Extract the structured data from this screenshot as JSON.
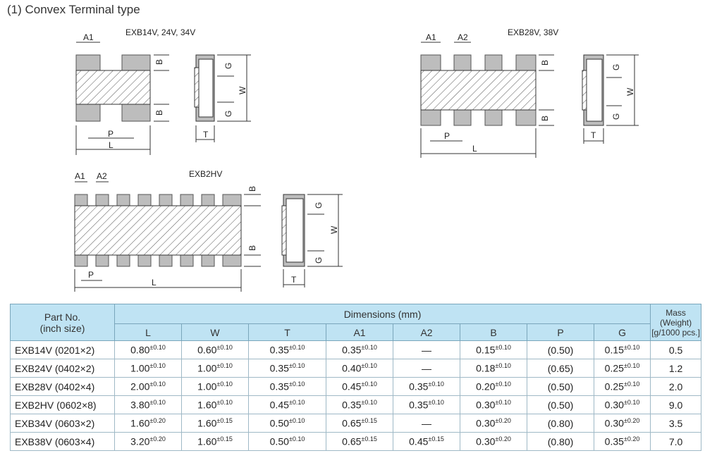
{
  "section_title": "(1) Convex Terminal type",
  "diagrams": {
    "d1_title": "EXB14V, 24V, 34V",
    "d2_title": "EXB28V, 38V",
    "d3_title": "EXB2HV",
    "labels": {
      "A1": "A1",
      "A2": "A2",
      "B": "B",
      "P": "P",
      "L": "L",
      "W": "W",
      "T": "T",
      "G": "G"
    }
  },
  "table": {
    "part_header_line1": "Part No.",
    "part_header_line2": "(inch size)",
    "dimensions_header": "Dimensions (mm)",
    "mass_header_line1": "Mass (Weight)",
    "mass_header_line2": "[g/1000 pcs.]",
    "columns": [
      "L",
      "W",
      "T",
      "A1",
      "A2",
      "B",
      "P",
      "G"
    ],
    "rows": [
      {
        "part": "EXB14V (0201×2)",
        "L": "0.80",
        "L_tol": "±0.10",
        "W": "0.60",
        "W_tol": "±0.10",
        "T": "0.35",
        "T_tol": "±0.10",
        "A1": "0.35",
        "A1_tol": "±0.10",
        "A2": "—",
        "A2_tol": "",
        "B": "0.15",
        "B_tol": "±0.10",
        "P": "(0.50)",
        "G": "0.15",
        "G_tol": "±0.10",
        "mass": "0.5"
      },
      {
        "part": "EXB24V (0402×2)",
        "L": "1.00",
        "L_tol": "±0.10",
        "W": "1.00",
        "W_tol": "±0.10",
        "T": "0.35",
        "T_tol": "±0.10",
        "A1": "0.40",
        "A1_tol": "±0.10",
        "A2": "—",
        "A2_tol": "",
        "B": "0.18",
        "B_tol": "±0.10",
        "P": "(0.65)",
        "G": "0.25",
        "G_tol": "±0.10",
        "mass": "1.2"
      },
      {
        "part": "EXB28V (0402×4)",
        "L": "2.00",
        "L_tol": "±0.10",
        "W": "1.00",
        "W_tol": "±0.10",
        "T": "0.35",
        "T_tol": "±0.10",
        "A1": "0.45",
        "A1_tol": "±0.10",
        "A2": "0.35",
        "A2_tol": "±0.10",
        "B": "0.20",
        "B_tol": "±0.10",
        "P": "(0.50)",
        "G": "0.25",
        "G_tol": "±0.10",
        "mass": "2.0"
      },
      {
        "part": "EXB2HV (0602×8)",
        "L": "3.80",
        "L_tol": "±0.10",
        "W": "1.60",
        "W_tol": "±0.10",
        "T": "0.45",
        "T_tol": "±0.10",
        "A1": "0.35",
        "A1_tol": "±0.10",
        "A2": "0.35",
        "A2_tol": "±0.10",
        "B": "0.30",
        "B_tol": "±0.10",
        "P": "(0.50)",
        "G": "0.30",
        "G_tol": "±0.10",
        "mass": "9.0"
      },
      {
        "part": "EXB34V (0603×2)",
        "L": "1.60",
        "L_tol": "±0.20",
        "W": "1.60",
        "W_tol": "±0.15",
        "T": "0.50",
        "T_tol": "±0.10",
        "A1": "0.65",
        "A1_tol": "±0.15",
        "A2": "—",
        "A2_tol": "",
        "B": "0.30",
        "B_tol": "±0.20",
        "P": "(0.80)",
        "G": "0.30",
        "G_tol": "±0.20",
        "mass": "3.5"
      },
      {
        "part": "EXB38V (0603×4)",
        "L": "3.20",
        "L_tol": "±0.20",
        "W": "1.60",
        "W_tol": "±0.15",
        "T": "0.50",
        "T_tol": "±0.10",
        "A1": "0.65",
        "A1_tol": "±0.15",
        "A2": "0.45",
        "A2_tol": "±0.15",
        "B": "0.30",
        "B_tol": "±0.20",
        "P": "(0.80)",
        "G": "0.35",
        "G_tol": "±0.20",
        "mass": "7.0"
      }
    ]
  }
}
